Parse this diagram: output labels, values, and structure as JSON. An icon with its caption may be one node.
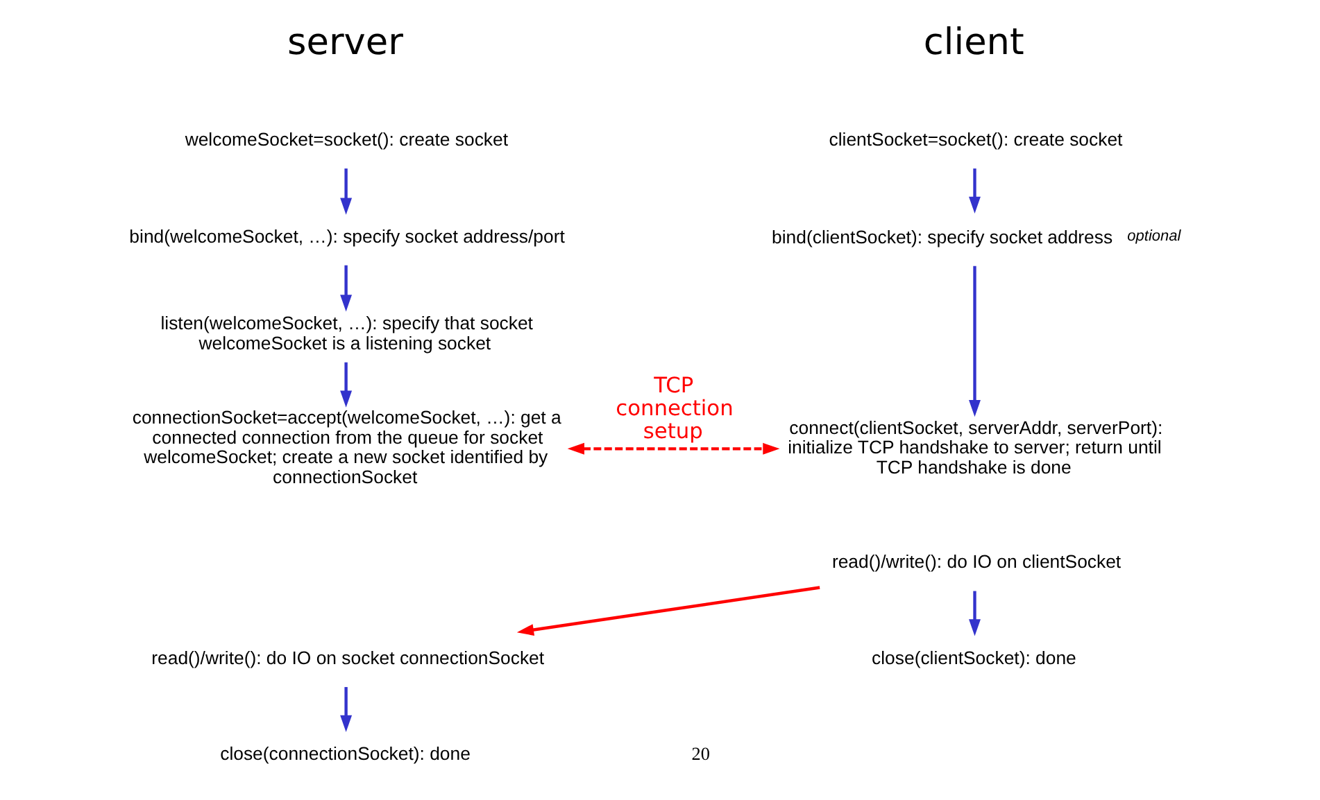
{
  "diagram": {
    "nodes": [
      {
        "text": [
          "welcomeSocket=socket(): create socket"
        ]
      },
      {
        "text": [
          "bind(welcomeSocket, …): specify socket address/port"
        ]
      },
      {
        "text": [
          "listen(welcomeSocket, …): specify that socket welcomeSocket is a listening socket"
        ]
      },
      {
        "text": [
          "connectionSocket=accept(welcomeSocket, …): get a connected connection from the queue for socket welcomeSocket; create a new socket identified by connectionSocket"
        ]
      },
      {
        "text": [
          "read()/write(): do IO on socket connectionSocket"
        ]
      },
      {
        "text": [
          "close(connectionSocket): done"
        ]
      },
      {
        "text": [
          "clientSocket=socket(): create socket"
        ]
      },
      {
        "text": [
          "bind(clientSocket): specify socket address"
        ],
        "beside": [
          "optional"
        ]
      },
      {
        "text": [
          "connect(clientSocket, serverAddr, serverPort): initialize TCP handshake to server; return until TCP handshake is done"
        ]
      },
      {
        "text": [
          "read()/write(): do IO on clientSocket"
        ]
      },
      {
        "text": [
          "close(clientSocket): done"
        ]
      }
    ],
    "edges": [
      {
        "from": 0,
        "to": 1,
        "arrow": "to"
      },
      {
        "from": 1,
        "to": 2,
        "arrow": "to"
      },
      {
        "from": 2,
        "to": 3,
        "arrow": "to"
      },
      {
        "from": 4,
        "to": 5,
        "arrow": "to"
      },
      {
        "from": 6,
        "to": 7,
        "arrow": "to"
      },
      {
        "from": 7,
        "to": 8,
        "arrow": "to"
      },
      {
        "from": 9,
        "to": 10,
        "arrow": "to"
      },
      {
        "from": 3,
        "to": 8,
        "arrow": "both",
        "style": "dashed",
        "color": "#ff0000",
        "label": "TCP connection setup"
      },
      {
        "from": 9,
        "to": 4,
        "arrow": "to",
        "color": "#ff0000"
      }
    ],
    "labels": [
      "server",
      "client",
      "20"
    ]
  }
}
